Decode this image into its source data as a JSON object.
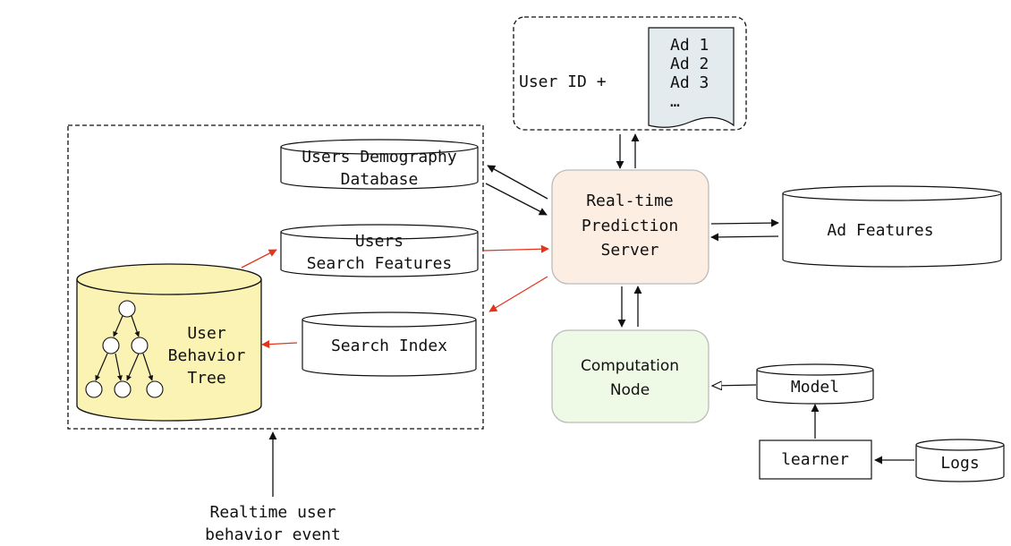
{
  "nodes": {
    "users_demography_db": {
      "line1": "Users Demography",
      "line2": "Database"
    },
    "users_search_features": {
      "line1": "Users",
      "line2": "Search Features"
    },
    "search_index": {
      "label": "Search Index"
    },
    "user_behavior_tree": {
      "line1": "User",
      "line2": "Behavior",
      "line3": "Tree"
    },
    "prediction_server": {
      "line1": "Real-time",
      "line2": "Prediction",
      "line3": "Server"
    },
    "ad_features": {
      "label": "Ad Features"
    },
    "computation_node": {
      "line1": "Computation",
      "line2": "Node"
    },
    "model": {
      "label": "Model"
    },
    "learner": {
      "label": "learner"
    },
    "logs": {
      "label": "Logs"
    },
    "request": {
      "prefix": "User ID +",
      "ads": [
        "Ad 1",
        "Ad 2",
        "Ad 3",
        "…"
      ]
    },
    "event": {
      "line1": "Realtime user",
      "line2": "behavior event"
    }
  },
  "colors": {
    "server_fill": "#fdeee4",
    "computation_fill": "#eef9e6",
    "tree_fill": "#fbf3b4",
    "doc_fill": "#e4ebee",
    "red_arrow": "#e6341b"
  }
}
